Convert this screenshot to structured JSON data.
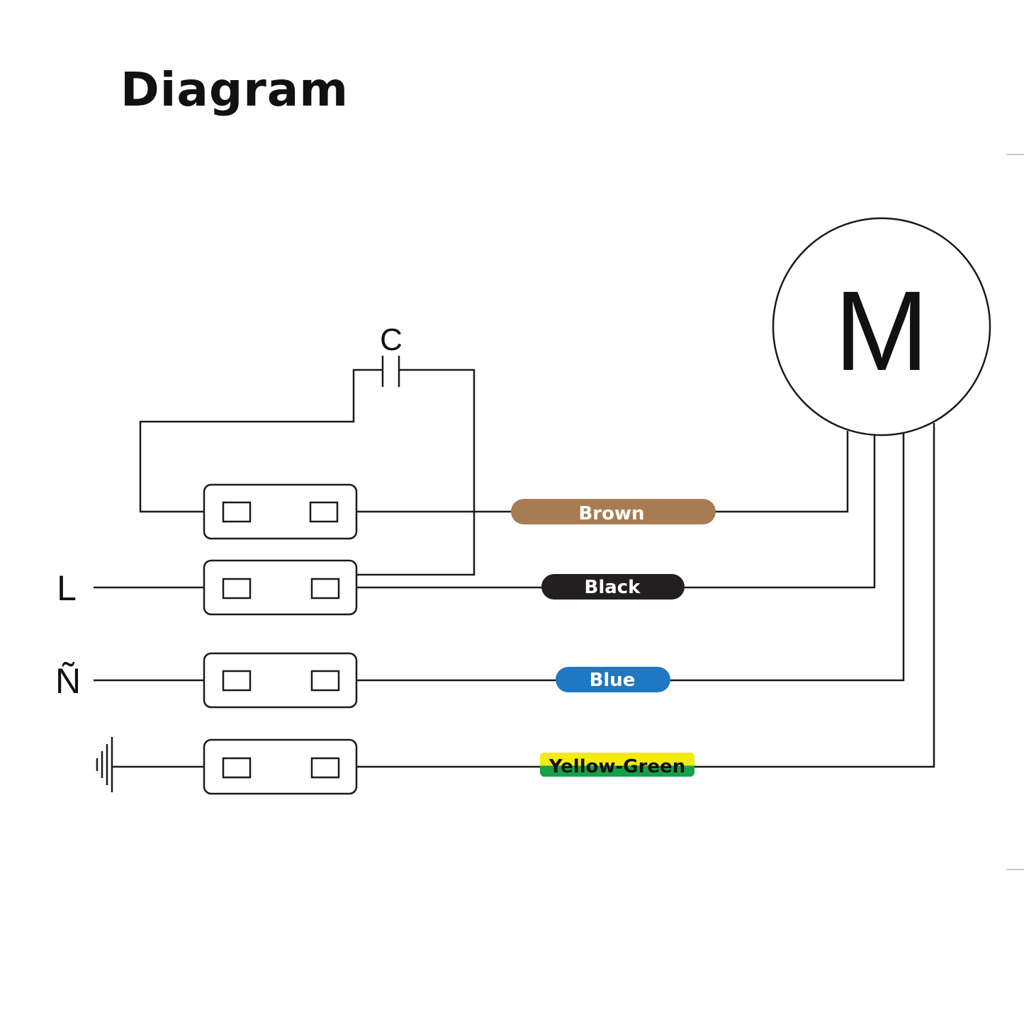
{
  "title": "Diagram",
  "motor": {
    "label": "M"
  },
  "capacitor": {
    "label": "C"
  },
  "terminals": {
    "live": "L",
    "neutral": "Ñ"
  },
  "wires": [
    {
      "label": "Brown",
      "color": "#a87c52",
      "text_color": "#ffffff"
    },
    {
      "label": "Black",
      "color": "#231f20",
      "text_color": "#ffffff"
    },
    {
      "label": "Blue",
      "color": "#1f78c1",
      "text_color": "#ffffff"
    },
    {
      "label": "Yellow-Green",
      "color_top": "#f3ea12",
      "color_bottom": "#16a04a",
      "text_color": "#111111"
    }
  ],
  "colors": {
    "line": "#1a1a1a",
    "background": "#ffffff"
  },
  "icons": [
    "ground-icon"
  ]
}
